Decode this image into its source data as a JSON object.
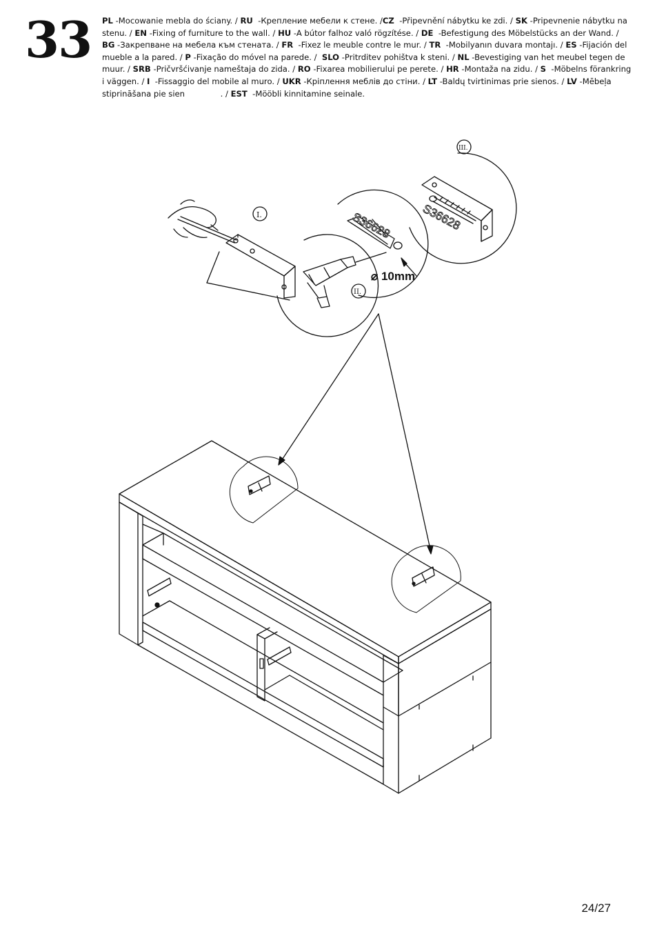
{
  "step": {
    "number": "33"
  },
  "instructions": [
    {
      "code": "PL",
      "text": " -Mocowanie mebla do ściany. / "
    },
    {
      "code": "RU",
      "text": "  -Крепление мебели к стене. /"
    },
    {
      "code": "CZ",
      "text": "  -Připevnění nábytku ke zdi. / "
    },
    {
      "code": "SK",
      "text": " -Pripevnenie nábytku na stenu. / "
    },
    {
      "code": "EN",
      "text": " -Fixing of furniture to the wall. / "
    },
    {
      "code": "HU",
      "text": " -A bútor falhoz való rögzítése. / "
    },
    {
      "code": "DE",
      "text": "  -Befestigung des Möbelstücks an der Wand. / "
    },
    {
      "code": "BG",
      "text": " -Закрепване на мебела към стената. / "
    },
    {
      "code": "FR",
      "text": "  -Fixez le meuble contre le mur. / "
    },
    {
      "code": "TR",
      "text": "  -Mobilyanın duvara montajı. / "
    },
    {
      "code": "ES",
      "text": " -Fijación del mueble a la pared. / "
    },
    {
      "code": "P",
      "text": " -Fixação do móvel na parede. /  "
    },
    {
      "code": "SLO",
      "text": " -Pritrditev pohištva k steni. / "
    },
    {
      "code": "NL",
      "text": " -Bevestiging van het meubel tegen de muur. / "
    },
    {
      "code": "SRB",
      "text": " -Pričvršćivanje nameštaja do zida. / "
    },
    {
      "code": "RO",
      "text": " -Fixarea mobilierului pe perete. / "
    },
    {
      "code": "HR",
      "text": " -Montaža na zidu. / "
    },
    {
      "code": "S",
      "text": "  -Möbelns förankring i väggen. / "
    },
    {
      "code": "I",
      "text": "  -Fissaggio del mobile al muro. / "
    },
    {
      "code": "UKR",
      "text": " -Кріплення меблів до стіни. / "
    },
    {
      "code": "LT",
      "text": " -Baldų tvirtinimas prie sienos. / "
    },
    {
      "code": "LV",
      "text": " -Mēbeļa stiprināšana pie sien              . / "
    },
    {
      "code": "EST",
      "text": "  -Mööbli kinnitamine seinale."
    }
  ],
  "callouts": {
    "detail_1": "I.",
    "detail_2": "II.",
    "detail_3": "III.",
    "part_code_a": "S36628",
    "part_code_b": "S36628",
    "drill_diameter": "⌀ 10mm"
  },
  "page": {
    "number": "24/27"
  }
}
